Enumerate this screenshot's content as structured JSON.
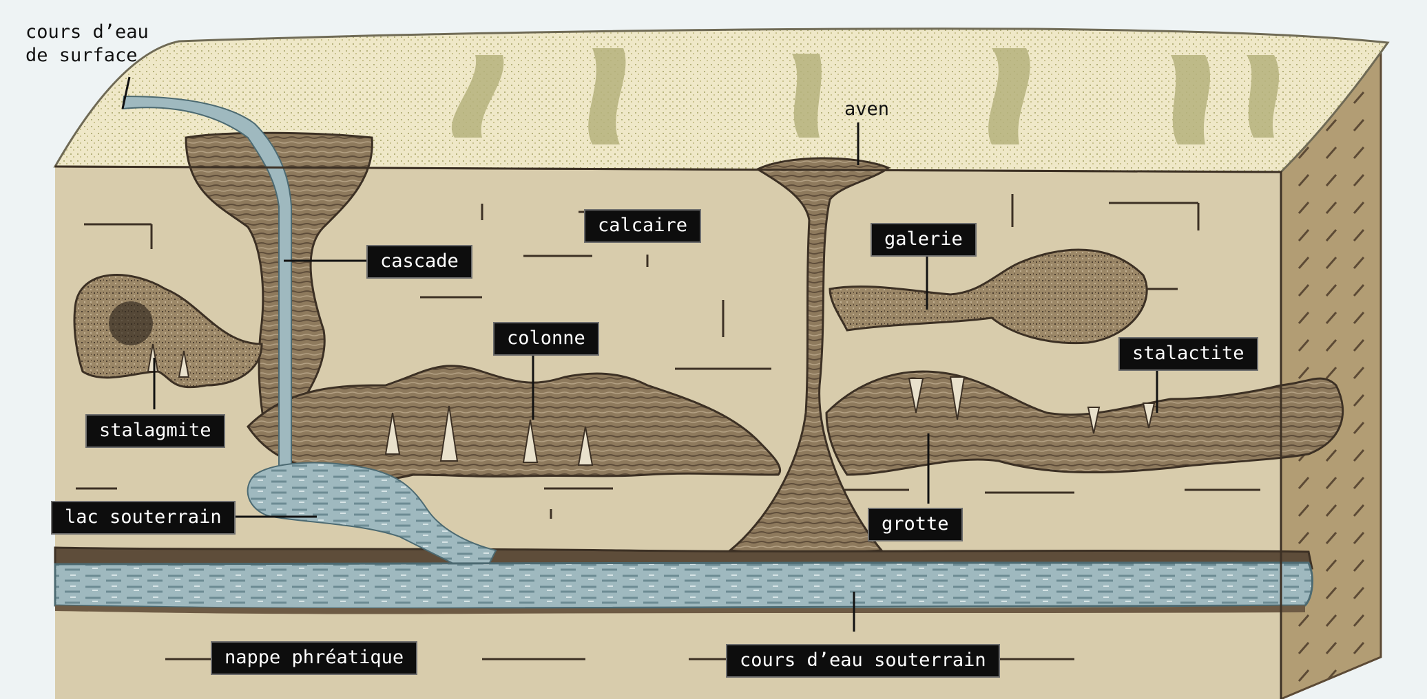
{
  "labels": {
    "surface_stream_line1": "cours d’eau",
    "surface_stream_line2": "de surface",
    "aven": "aven",
    "calcaire": "calcaire",
    "cascade": "cascade",
    "galerie": "galerie",
    "colonne": "colonne",
    "stalactite": "stalactite",
    "stalagmite": "stalagmite",
    "lac_souterrain": "lac souterrain",
    "grotte": "grotte",
    "nappe_phreatique": "nappe phréatique",
    "cours_eau_souterrain": "cours d’eau souterrain"
  },
  "colors": {
    "background": "#eef3f4",
    "surface": "#efe8c8",
    "surface_texture": "#b5b27c",
    "limestone": "#d8ccac",
    "side_face": "#b29d74",
    "cave": "#8e7a5d",
    "cave_light": "#b3a083",
    "cave_dark": "#4c3f31",
    "water": "#9fb9bf",
    "water_dark": "#6c8b93",
    "label_bg": "#0d0d0d",
    "label_text": "#ffffff"
  }
}
